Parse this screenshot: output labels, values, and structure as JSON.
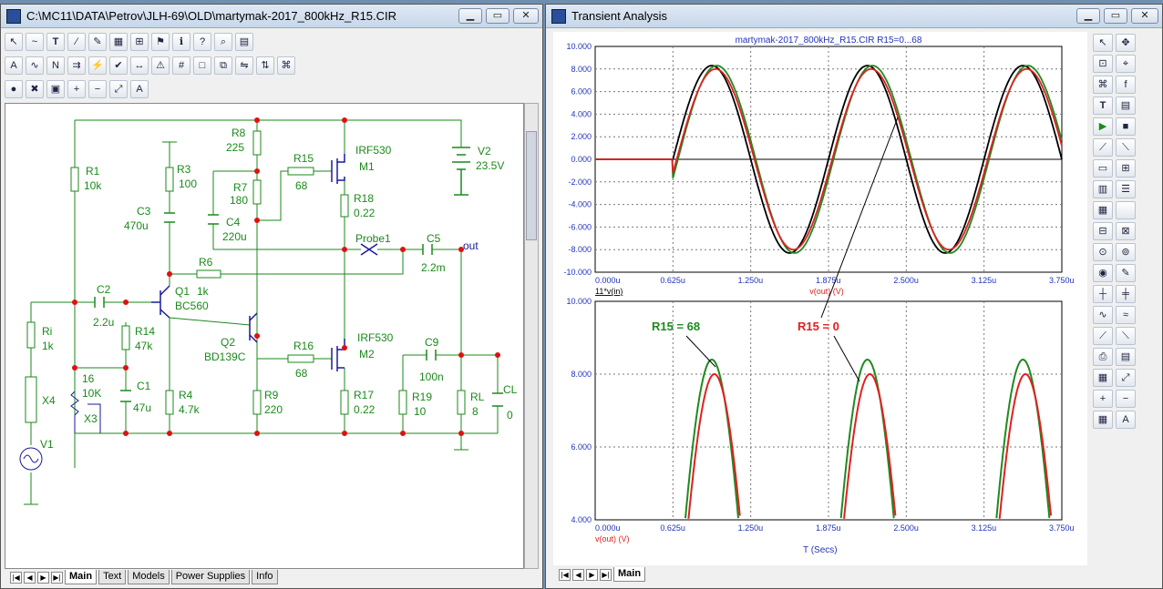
{
  "schematic": {
    "title": "C:\\MC11\\DATA\\Petrov\\JLH-69\\OLD\\martymak-2017_800kHz_R15.CIR",
    "tabs": [
      "Main",
      "Text",
      "Models",
      "Power Supplies",
      "Info"
    ],
    "components": {
      "R1": [
        "R1",
        "10k"
      ],
      "R3": [
        "R3",
        "100"
      ],
      "R8": [
        "R8",
        "225"
      ],
      "R7": [
        "R7",
        "180"
      ],
      "R15": [
        "R15",
        "68"
      ],
      "M1": [
        "IRF530",
        "M1"
      ],
      "R18": [
        "R18",
        "0.22"
      ],
      "V2": [
        "V2",
        "23.5V"
      ],
      "C3": [
        "C3",
        "470u"
      ],
      "C4": [
        "C4",
        "220u"
      ],
      "Probe1": [
        "Probe1"
      ],
      "C5": [
        "C5",
        "2.2m"
      ],
      "out": [
        "out"
      ],
      "R6": [
        "R6",
        "1k"
      ],
      "C2": [
        "C2",
        "2.2u"
      ],
      "Q1": [
        "Q1",
        "BC560"
      ],
      "R14": [
        "R14",
        "47k"
      ],
      "Ri": [
        "Ri",
        "1k"
      ],
      "Q2": [
        "Q2",
        "BD139C"
      ],
      "R16": [
        "R16",
        "68"
      ],
      "M2": [
        "IRF530",
        "M2"
      ],
      "C9": [
        "C9",
        "100n"
      ],
      "X4": [
        "X4"
      ],
      "X3": [
        "16",
        "10K",
        "X3"
      ],
      "C1": [
        "C1",
        "47u"
      ],
      "R4": [
        "R4",
        "4.7k"
      ],
      "R9": [
        "R9",
        "220"
      ],
      "R17": [
        "R17",
        "0.22"
      ],
      "R19": [
        "R19",
        "10"
      ],
      "RL": [
        "RL",
        "8"
      ],
      "CL": [
        "CL",
        "0"
      ],
      "V1": [
        "V1"
      ]
    }
  },
  "analysis": {
    "title": "Transient Analysis",
    "tabs": [
      "Main"
    ],
    "top_plot_title": "martymak-2017_800kHz_R15.CIR R15=0...68",
    "top_x_label": "v(out) (V)",
    "top_extra_label": "11*v(in)",
    "bottom_y_label": "v(out) (V)",
    "bottom_x_label": "T (Secs)",
    "annotation_green": "R15 = 68",
    "annotation_red": "R15 = 0",
    "colors": {
      "green": "#1f8a1f",
      "red": "#e02020",
      "black": "#000000"
    }
  },
  "chart_data": [
    {
      "type": "line",
      "title": "martymak-2017_800kHz_R15.CIR R15=0...68",
      "xlabel": "v(out) (V)",
      "ylabel": "",
      "x_ticks": [
        "0.000u",
        "0.625u",
        "1.250u",
        "1.875u",
        "2.500u",
        "3.125u",
        "3.750u"
      ],
      "y_ticks": [
        "10.000",
        "8.000",
        "6.000",
        "4.000",
        "2.000",
        "0.000",
        "-2.000",
        "-4.000",
        "-6.000",
        "-8.000",
        "-10.000"
      ],
      "xlim": [
        0,
        3.75
      ],
      "ylim": [
        -10,
        10
      ],
      "series": [
        {
          "name": "11*v(in)",
          "color": "#000000",
          "amplitude": 8.3,
          "phase": 0,
          "start": 0.625
        },
        {
          "name": "R15 = 68",
          "color": "#1f8a1f",
          "amplitude": 8.3,
          "phase": 0.04,
          "start": 0.625
        },
        {
          "name": "R15 = 0",
          "color": "#e02020",
          "amplitude": 8.0,
          "phase": 0.03,
          "start": 0.625
        }
      ]
    },
    {
      "type": "line",
      "title": "",
      "xlabel": "T (Secs)",
      "ylabel": "v(out) (V)",
      "x_ticks": [
        "0.000u",
        "0.625u",
        "1.250u",
        "1.875u",
        "2.500u",
        "3.125u",
        "3.750u"
      ],
      "y_ticks": [
        "10.000",
        "8.000",
        "6.000",
        "4.000"
      ],
      "xlim": [
        0,
        3.75
      ],
      "ylim": [
        4,
        10
      ],
      "series": [
        {
          "name": "R15 = 68",
          "color": "#1f8a1f",
          "amplitude": 8.4
        },
        {
          "name": "R15 = 0",
          "color": "#e02020",
          "amplitude": 8.0
        }
      ]
    }
  ]
}
